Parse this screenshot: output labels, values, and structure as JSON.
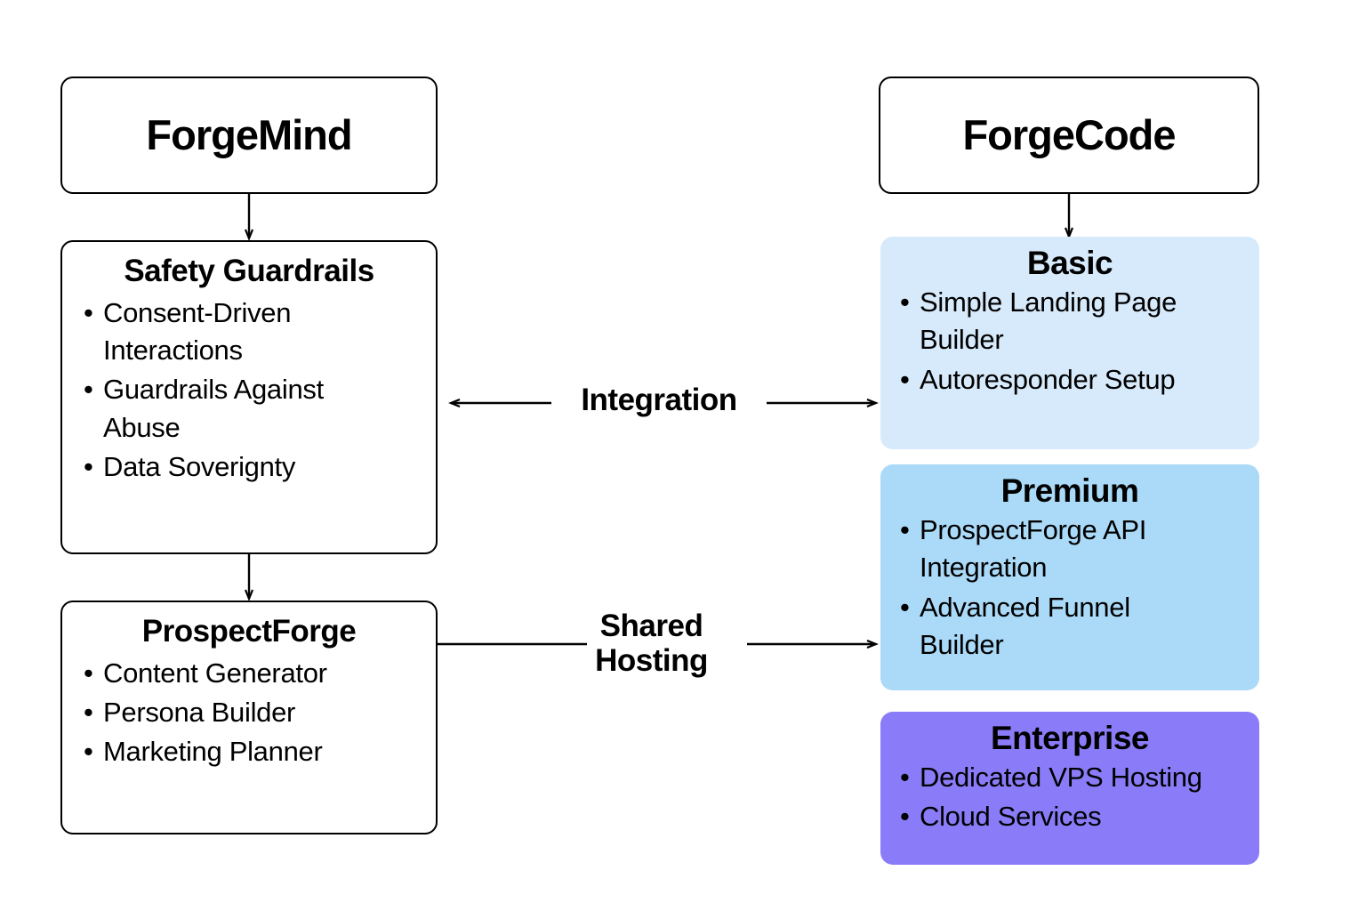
{
  "diagram": {
    "left_column": {
      "header": {
        "label": "ForgeMind"
      },
      "sections": [
        {
          "title": "Safety Guardrails",
          "items": [
            "Consent-Driven\nInteractions",
            "Guardrails Against\nAbuse",
            "Data Soverignty"
          ]
        },
        {
          "title": "ProspectForge",
          "items": [
            "Content Generator",
            "Persona Builder",
            "Marketing Planner"
          ]
        }
      ]
    },
    "right_column": {
      "header": {
        "label": "ForgeCode"
      },
      "tiers": [
        {
          "title": "Basic",
          "color": "#d7eafb",
          "items": [
            "Simple Landing Page\nBuilder",
            "Autoresponder Setup"
          ]
        },
        {
          "title": "Premium",
          "color": "#aadaf8",
          "items": [
            "ProspectForge API\nIntegration",
            "Advanced Funnel\nBuilder"
          ]
        },
        {
          "title": "Enterprise",
          "color": "#8a7cf8",
          "items": [
            "Dedicated VPS Hosting",
            "Cloud Services"
          ]
        }
      ]
    },
    "connectors": [
      {
        "label": "Integration",
        "direction": "bidirectional"
      },
      {
        "label": "Shared\nHosting",
        "direction": "right"
      }
    ],
    "colors": {
      "stroke": "#000000",
      "background": "#ffffff",
      "basic": "#d7eafb",
      "premium": "#aadaf8",
      "enterprise": "#8a7cf8"
    }
  }
}
